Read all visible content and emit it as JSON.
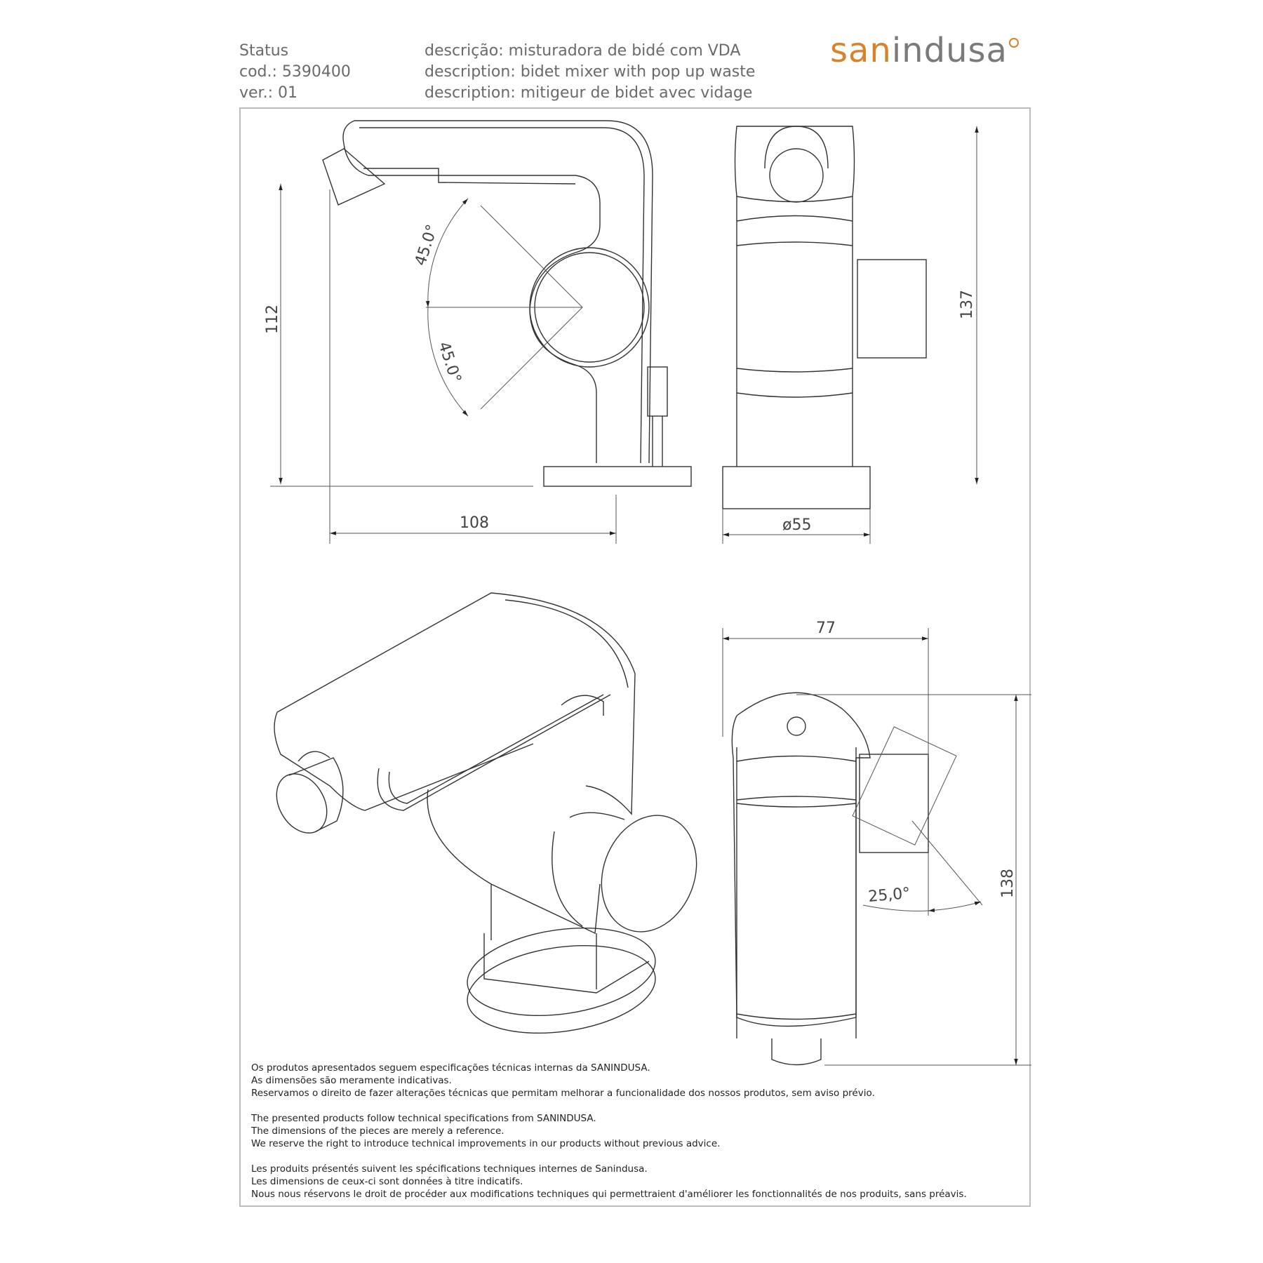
{
  "header": {
    "status_label": "Status",
    "code_line": "cod.: 5390400",
    "version_line": "ver.: 01",
    "desc_pt": "descrição: misturadora de bidé com VDA",
    "desc_en": "description: bidet mixer with pop up waste",
    "desc_fr": "description: mitigeur de bidet avec vidage"
  },
  "logo": {
    "part1": "san",
    "part2": "indusa",
    "brand_color": "#d9822b",
    "grey_color": "#7a7a7a"
  },
  "dimensions": {
    "height_side": "112",
    "width_side": "108",
    "angle_top": "45.0°",
    "angle_bottom": "45.0°",
    "height_front": "137",
    "diameter": "ø55",
    "width_top": "77",
    "height_top": "138",
    "angle_handle": "25,0°"
  },
  "notes": {
    "pt": [
      "Os produtos apresentados seguem especificações técnicas internas da SANINDUSA.",
      "As dimensões são meramente indicativas.",
      "Reservamos o direito de fazer alterações técnicas que permitam melhorar a funcionalidade dos nossos produtos, sem aviso prévio."
    ],
    "en": [
      "The presented products follow technical specifications from SANINDUSA.",
      "The dimensions of the pieces are merely a reference.",
      "We reserve the right to introduce technical improvements in our products without previous advice."
    ],
    "fr": [
      "Les produits présentés suivent les spécifications techniques internes de Sanindusa.",
      "Les dimensions de ceux-ci sont données à titre indicatifs.",
      "Nous nous réservons le droit de procéder aux modifications techniques qui permettraient d'améliorer les fonctionnalités de nos produits, sans préavis."
    ]
  }
}
